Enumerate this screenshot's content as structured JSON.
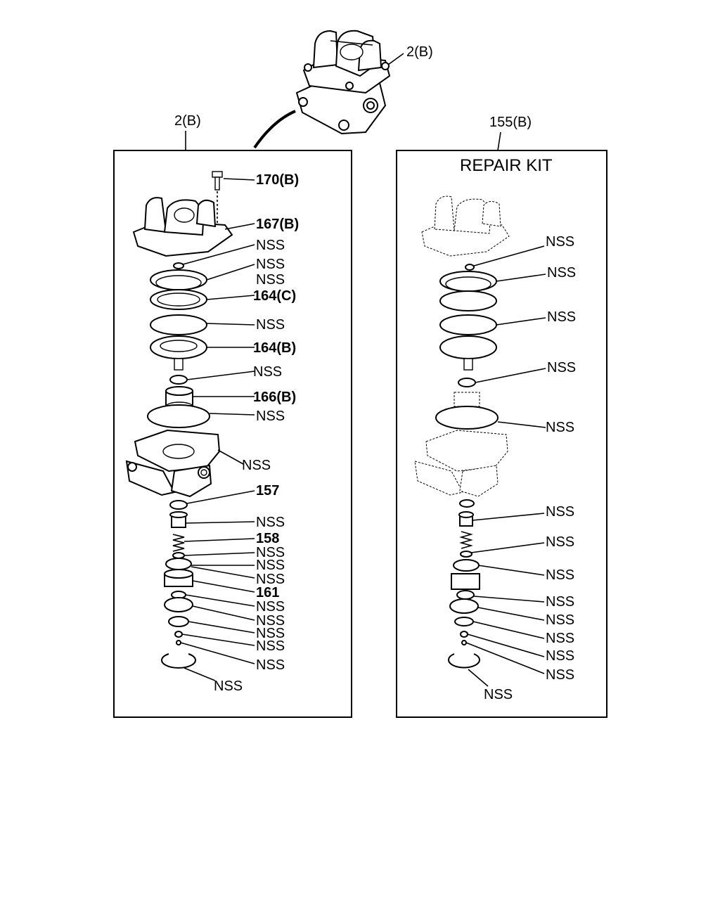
{
  "assembly": {
    "top_label": "2(B)"
  },
  "left_panel": {
    "header_label": "2(B)",
    "callouts": [
      "170(B)",
      "167(B)",
      "NSS",
      "NSS",
      "NSS",
      "164(C)",
      "NSS",
      "164(B)",
      "NSS",
      "166(B)",
      "NSS",
      "NSS",
      "157",
      "NSS",
      "158",
      "NSS",
      "NSS",
      "NSS",
      "161",
      "NSS",
      "NSS",
      "NSS",
      "NSS",
      "NSS",
      "NSS"
    ]
  },
  "right_panel": {
    "header_label": "155(B)",
    "title": "REPAIR KIT",
    "callouts": [
      "NSS",
      "NSS",
      "NSS",
      "NSS",
      "NSS",
      "NSS",
      "NSS",
      "NSS",
      "NSS",
      "NSS",
      "NSS",
      "NSS",
      "NSS",
      "NSS"
    ]
  }
}
